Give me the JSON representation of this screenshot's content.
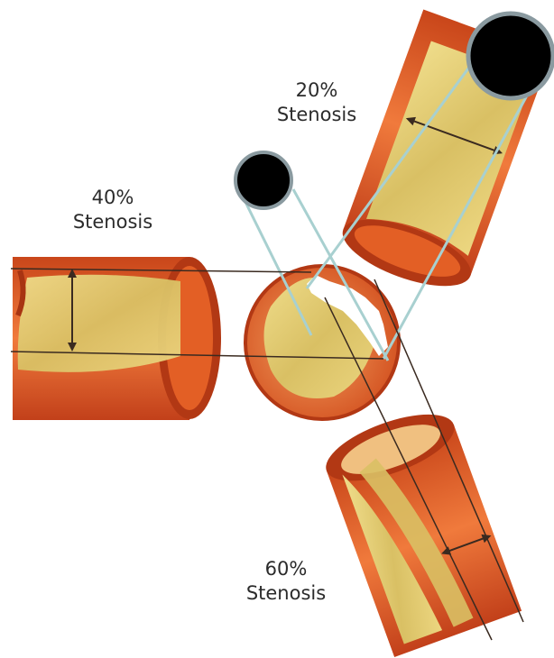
{
  "labels": {
    "stenosis_20": {
      "percent": "20%",
      "word": "Stenosis"
    },
    "stenosis_40": {
      "percent": "40%",
      "word": "Stenosis"
    },
    "stenosis_60": {
      "percent": "60%",
      "word": "Stenosis"
    }
  },
  "colors": {
    "vessel_wall": "#e0531f",
    "vessel_dark": "#b83a14",
    "vessel_light": "#f08a4a",
    "plaque": "#e8d27a",
    "plaque_dark": "#cdb45a",
    "indicator_fill": "#000000",
    "indicator_ring": "#8a9aa0",
    "guide_line": "#a8d0d0",
    "measure_line": "#3a2a20"
  }
}
